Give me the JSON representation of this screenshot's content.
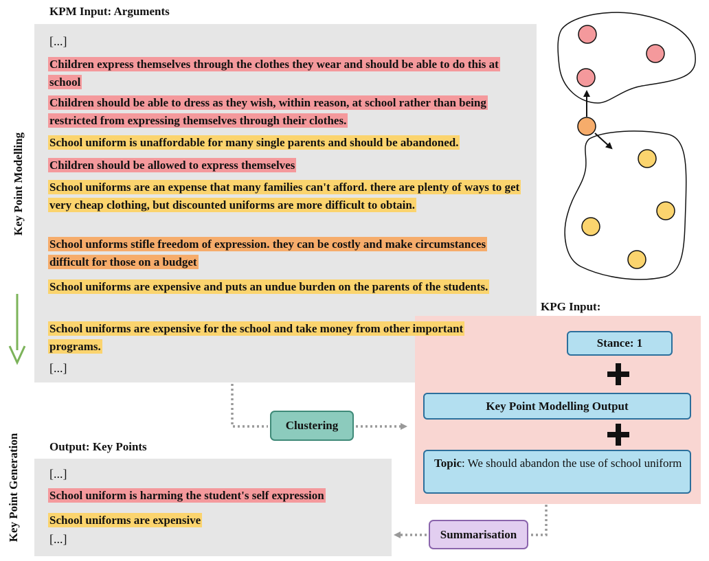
{
  "labels": {
    "kpm_input": "KPM Input: Arguments",
    "output": "Output: Key Points",
    "kpg_input": "KPG Input:",
    "key_point_modelling": "Key Point Modelling",
    "key_point_generation": "Key Point Generation",
    "ellipsis": "[...]"
  },
  "arguments": [
    {
      "text": "Children express themselves through the clothes they wear and should be able to do this at school",
      "color": "#f4999c"
    },
    {
      "text": "Children should be able to dress as they wish, within reason, at school rather than being restricted from expressing themselves through their clothes.",
      "color": "#f4999c"
    },
    {
      "text": "School uniform is unaffordable for many single parents and should be abandoned.",
      "color": "#fbd46e"
    },
    {
      "text": "Children should be allowed to express themselves",
      "color": "#f4999c"
    },
    {
      "text": "School uniforms are an expense that many families can't afford. there are plenty of ways to get very cheap clothing, but discounted uniforms are more difficult to obtain.",
      "color": "#fbd46e"
    },
    {
      "text": "School unforms stifle freedom of expression. they can be costly and make circumstances difficult for those on a budget",
      "color": "#f6ac6b"
    },
    {
      "text": "School uniforms are expensive and puts an undue burden on the parents of the students.",
      "color": "#fbd46e"
    },
    {
      "text": "School uniforms are expensive for the school and take money from other important programs.",
      "color": "#fbd46e"
    }
  ],
  "key_points": [
    {
      "text": "School uniform is harming the student's self expression",
      "color": "#f4999c"
    },
    {
      "text": "School uniforms are expensive",
      "color": "#fbd46e"
    }
  ],
  "kpg": {
    "stance": "Stance: 1",
    "modelling_output": "Key Point Modelling Output",
    "topic_label": "Topic",
    "topic_text": ": We should abandon the use of school uniform"
  },
  "steps": {
    "clustering": "Clustering",
    "summarisation": "Summarisation"
  },
  "colors": {
    "red": "#f4999c",
    "orange": "#f6ac6b",
    "yellow": "#fbd46e",
    "panel_gray": "#e6e6e6",
    "kpg_panel": "#f9d6d2",
    "box_blue": "#b3dff0",
    "box_border": "#2b6f9c",
    "clustering_fill": "#8ccbbd",
    "summarisation_fill": "#e2cef0",
    "arrow_green": "#7cb35a"
  }
}
